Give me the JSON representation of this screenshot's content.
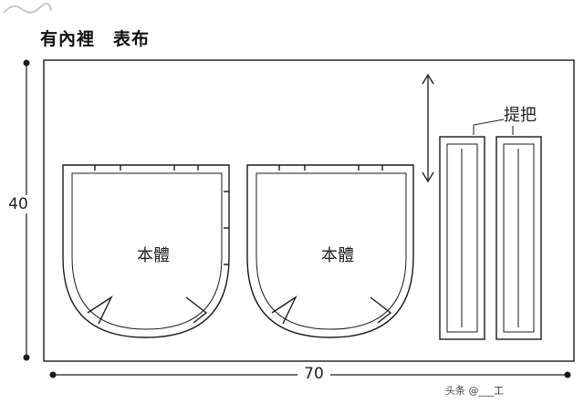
{
  "title": "有內裡　表布",
  "dimensions": {
    "height_label": "40",
    "width_label": "70"
  },
  "pieces": {
    "body_left_label": "本體",
    "body_right_label": "本體",
    "handle_label": "提把"
  },
  "watermark": {
    "text": "头条 @___工"
  },
  "colors": {
    "line": "#1a1a1a",
    "background": "#ffffff"
  }
}
